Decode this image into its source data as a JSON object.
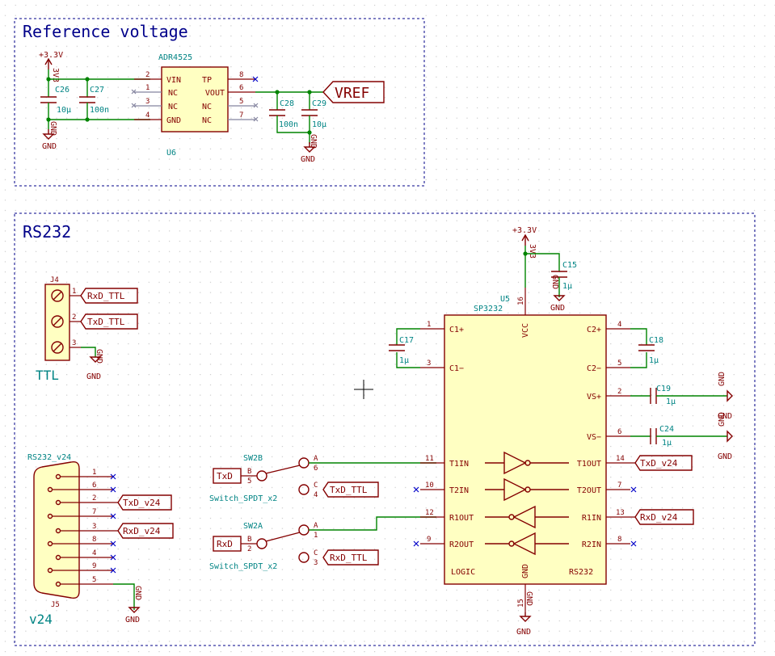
{
  "sheets": {
    "reference": "Reference voltage",
    "rs232": "RS232"
  },
  "power": {
    "v33": "+3.3V",
    "gnd": "GND",
    "p3v3": "3V3"
  },
  "u6": {
    "part": "ADR4525",
    "ref": "U6",
    "pins_left": [
      {
        "name": "VIN",
        "num": "2"
      },
      {
        "name": "NC",
        "num": "1"
      },
      {
        "name": "NC",
        "num": "3"
      },
      {
        "name": "GND",
        "num": "4"
      }
    ],
    "pins_right": [
      {
        "name": "TP",
        "num": "8"
      },
      {
        "name": "VOUT",
        "num": "6"
      },
      {
        "name": "NC",
        "num": "5"
      },
      {
        "name": "NC",
        "num": "7"
      }
    ]
  },
  "caps": {
    "C26": {
      "ref": "C26",
      "val": "10µ"
    },
    "C27": {
      "ref": "C27",
      "val": "100n"
    },
    "C28": {
      "ref": "C28",
      "val": "100n"
    },
    "C29": {
      "ref": "C29",
      "val": "10µ"
    },
    "C15": {
      "ref": "C15",
      "val": "1µ"
    },
    "C17": {
      "ref": "C17",
      "val": "1µ"
    },
    "C18": {
      "ref": "C18",
      "val": "1µ"
    },
    "C19": {
      "ref": "C19",
      "val": "1µ"
    },
    "C24": {
      "ref": "C24",
      "val": "1µ"
    }
  },
  "labels": {
    "vref": "VREF",
    "rxd_ttl": "RxD_TTL",
    "txd_ttl": "TxD_TTL",
    "txd_v24": "TxD_v24",
    "rxd_v24": "RxD_v24",
    "txd": "TxD",
    "rxd": "RxD"
  },
  "j4": {
    "ref": "J4",
    "val": "TTL",
    "pins": [
      "1",
      "2",
      "3"
    ]
  },
  "j5": {
    "ref": "J5",
    "name": "RS232_v24",
    "val": "v24",
    "pins": [
      "1",
      "6",
      "2",
      "7",
      "3",
      "8",
      "4",
      "9",
      "5"
    ]
  },
  "sw2b": {
    "ref": "SW2B",
    "val": "Switch_SPDT_x2",
    "pins": {
      "A": "A",
      "a_num": "6",
      "B": "B",
      "b_num": "5",
      "C": "C",
      "c_num": "4"
    }
  },
  "sw2a": {
    "ref": "SW2A",
    "val": "Switch_SPDT_x2",
    "pins": {
      "A": "A",
      "a_num": "1",
      "B": "B",
      "b_num": "2",
      "C": "C",
      "c_num": "3"
    }
  },
  "u5": {
    "ref": "U5",
    "part": "SP3232",
    "vcc": "VCC",
    "vcc_num": "16",
    "gnd": "GND",
    "gnd_num": "15",
    "logic": "LOGIC",
    "rs232": "RS232",
    "left": [
      {
        "name": "C1+",
        "num": "1"
      },
      {
        "name": "C1−",
        "num": "3"
      },
      {
        "name": "T1IN",
        "num": "11"
      },
      {
        "name": "T2IN",
        "num": "10"
      },
      {
        "name": "R1OUT",
        "num": "12"
      },
      {
        "name": "R2OUT",
        "num": "9"
      }
    ],
    "right": [
      {
        "name": "C2+",
        "num": "4"
      },
      {
        "name": "C2−",
        "num": "5"
      },
      {
        "name": "VS+",
        "num": "2"
      },
      {
        "name": "VS−",
        "num": "6"
      },
      {
        "name": "T1OUT",
        "num": "14"
      },
      {
        "name": "T2OUT",
        "num": "7"
      },
      {
        "name": "R1IN",
        "num": "13"
      },
      {
        "name": "R2IN",
        "num": "8"
      }
    ]
  }
}
